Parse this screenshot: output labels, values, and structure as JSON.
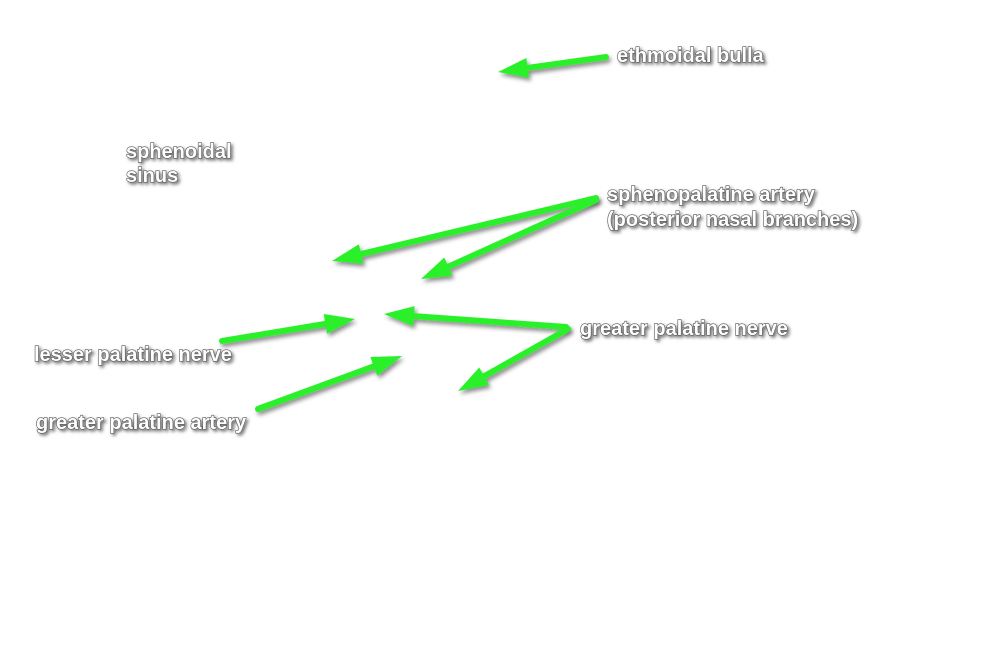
{
  "colors": {
    "background": "#ffffff",
    "arrow": "#2bf02b",
    "label_fill": "#ffffff",
    "label_outline": "#555555"
  },
  "labels": {
    "ethmoidal_bulla": "ethmoidal bulla",
    "sphenoidal_sinus_line1": "sphenoidal",
    "sphenoidal_sinus_line2": "sinus",
    "sphenopalatine_artery_line1": "sphenopalatine artery",
    "sphenopalatine_artery_line2": "(posterior nasal branches)",
    "greater_palatine_nerve": "greater palatine nerve",
    "lesser_palatine_nerve": "lesser palatine nerve",
    "greater_palatine_artery": "greater palatine artery"
  },
  "arrow_targets": {
    "ethmoidal_bulla": 1,
    "sphenopalatine_artery": 2,
    "greater_palatine_nerve": 2,
    "lesser_palatine_nerve": 1,
    "greater_palatine_artery": 1
  }
}
